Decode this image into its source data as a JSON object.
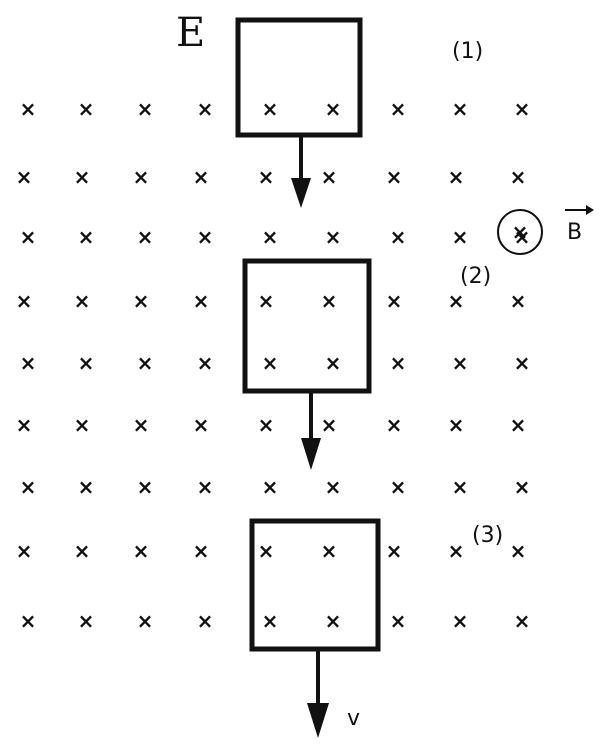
{
  "figure": {
    "letter": "E",
    "positions": [
      "(1)",
      "(2)",
      "(3)"
    ],
    "field_symbol": "×",
    "field_label": "B",
    "velocity_label": "v"
  }
}
